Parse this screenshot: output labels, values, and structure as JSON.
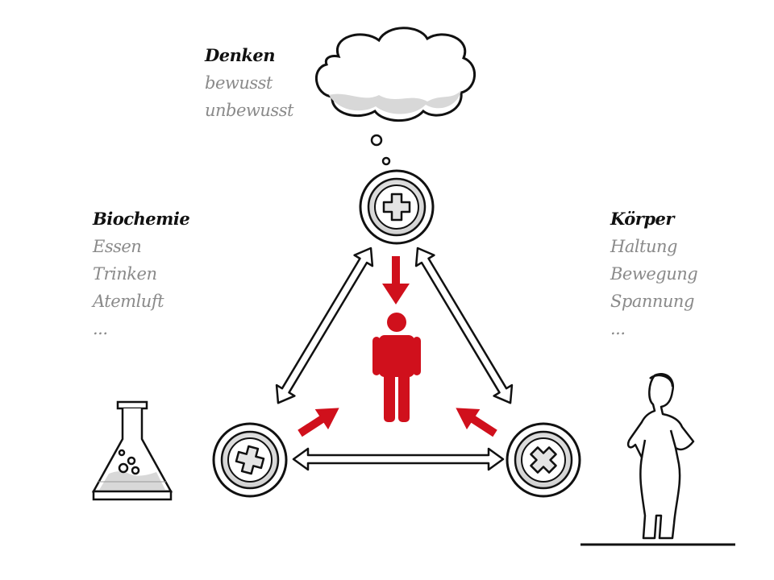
{
  "denken": {
    "heading": "Denken",
    "items": [
      "bewusst",
      "unbewusst"
    ]
  },
  "biochemie": {
    "heading": "Biochemie",
    "items": [
      "Essen",
      "Trinken",
      "Atemluft",
      "..."
    ]
  },
  "koerper": {
    "heading": "Körper",
    "items": [
      "Haltung",
      "Bewegung",
      "Spannung",
      "..."
    ]
  },
  "nodes": {
    "top": "plus",
    "bottom_left": "plus",
    "bottom_right": "cross"
  },
  "colors": {
    "accent": "#d0101c",
    "ink": "#111111",
    "muted": "#8a8a8a",
    "shade": "#d8d8d8"
  },
  "icons": [
    "thought-cloud-icon",
    "person-icon",
    "flask-icon",
    "standing-man-icon"
  ]
}
